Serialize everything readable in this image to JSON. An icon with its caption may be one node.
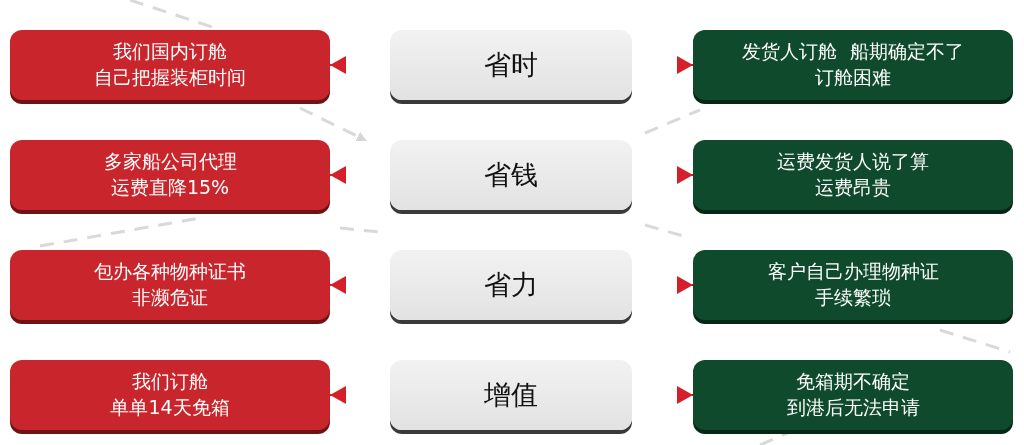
{
  "diagram": {
    "nodes": [
      {
        "text": [
          "我们国内订舱自己把握装柜时间"
        ]
      },
      {
        "text": [
          "省时"
        ]
      },
      {
        "text": [
          "发货人订舱  船期确定不了订舱困难"
        ]
      },
      {
        "text": [
          "多家船公司代理运费直降15%"
        ]
      },
      {
        "text": [
          "省钱"
        ]
      },
      {
        "text": [
          "运费发货人说了算运费昂贵"
        ]
      },
      {
        "text": [
          "包办各种物种证书非濒危证"
        ]
      },
      {
        "text": [
          "省力"
        ]
      },
      {
        "text": [
          "客户自己办理物种证手续繁琐"
        ]
      },
      {
        "text": [
          "我们订舱单单14天免箱"
        ]
      },
      {
        "text": [
          "增值"
        ]
      },
      {
        "text": [
          "免箱期不确定到港后无法申请"
        ]
      }
    ],
    "edges": [
      {
        "from": 1,
        "to": 0,
        "arrow": "to"
      },
      {
        "from": 1,
        "to": 2,
        "arrow": "to"
      },
      {
        "from": 4,
        "to": 3,
        "arrow": "to"
      },
      {
        "from": 4,
        "to": 5,
        "arrow": "to"
      },
      {
        "from": 7,
        "to": 6,
        "arrow": "to"
      },
      {
        "from": 7,
        "to": 8,
        "arrow": "to"
      },
      {
        "from": 10,
        "to": 9,
        "arrow": "to"
      },
      {
        "from": 10,
        "to": 11,
        "arrow": "to"
      }
    ]
  }
}
